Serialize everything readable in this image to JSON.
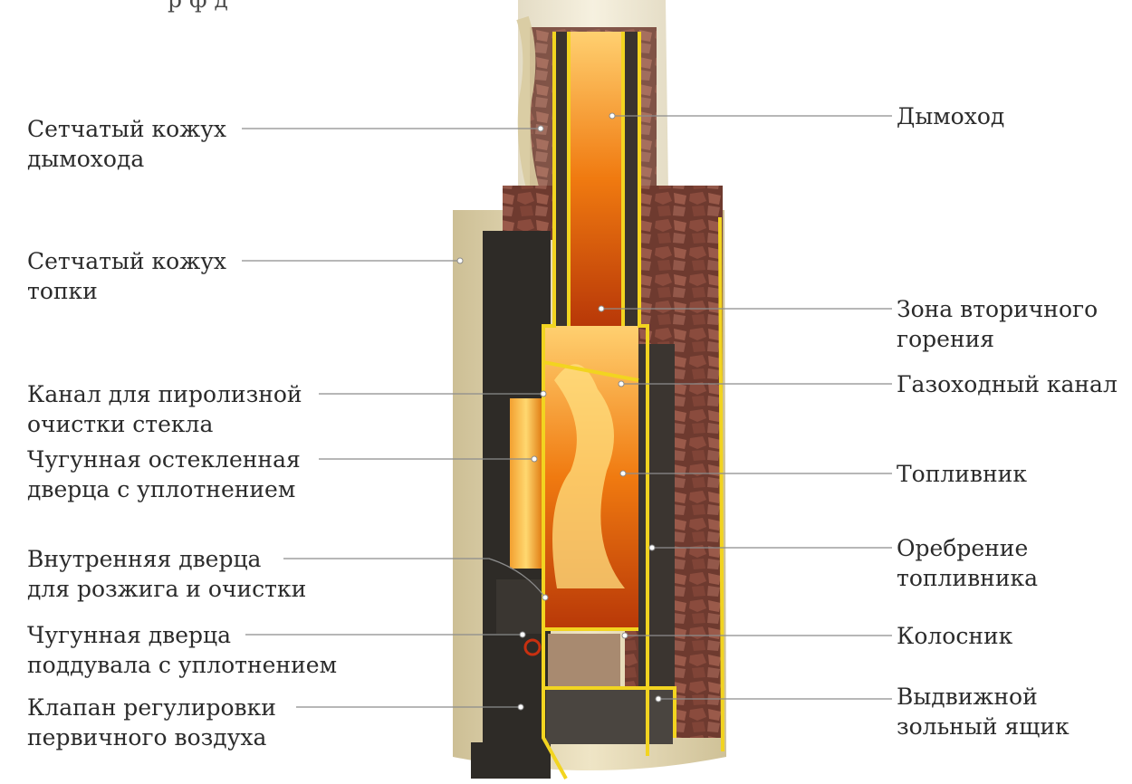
{
  "top_caption": "р         ф           д",
  "colors": {
    "shell": "#e8ddb8",
    "shell_edge": "#c9b98a",
    "body": "#2e2b27",
    "outline": "#f2d420",
    "stones": "#7a3f33",
    "fire": "#f08a14",
    "glass": "#f8c040",
    "leader": "#8c8c8c"
  },
  "labels_left": [
    {
      "id": "mesh-chimney-casing",
      "lines": [
        "Сетчатый кожух",
        "дымохода"
      ]
    },
    {
      "id": "mesh-firebox-casing",
      "lines": [
        "Сетчатый кожух",
        "топки"
      ]
    },
    {
      "id": "pyrolysis-glass-channel",
      "lines": [
        "Канал для пиролизной",
        "очистки стекла"
      ]
    },
    {
      "id": "cast-iron-glazed-door",
      "lines": [
        "Чугунная остекленная",
        "дверца с уплотнением"
      ]
    },
    {
      "id": "inner-door",
      "lines": [
        "Внутренняя дверца",
        "для розжига и очистки"
      ]
    },
    {
      "id": "ash-pit-door",
      "lines": [
        "Чугунная дверца",
        "поддувала с уплотнением"
      ]
    },
    {
      "id": "primary-air-valve",
      "lines": [
        "Клапан регулировки",
        "первичного воздуха"
      ]
    }
  ],
  "labels_right": [
    {
      "id": "chimney",
      "lines": [
        "Дымоход"
      ]
    },
    {
      "id": "secondary-combustion-zone",
      "lines": [
        "Зона вторичного",
        "горения"
      ]
    },
    {
      "id": "flue-channel",
      "lines": [
        "Газоходный канал"
      ]
    },
    {
      "id": "firebox",
      "lines": [
        "Топливник"
      ]
    },
    {
      "id": "firebox-fins",
      "lines": [
        "Оребрение",
        "топливника"
      ]
    },
    {
      "id": "grate",
      "lines": [
        "Колосник"
      ]
    },
    {
      "id": "ash-drawer",
      "lines": [
        "Выдвижной",
        "зольный ящик"
      ]
    }
  ]
}
